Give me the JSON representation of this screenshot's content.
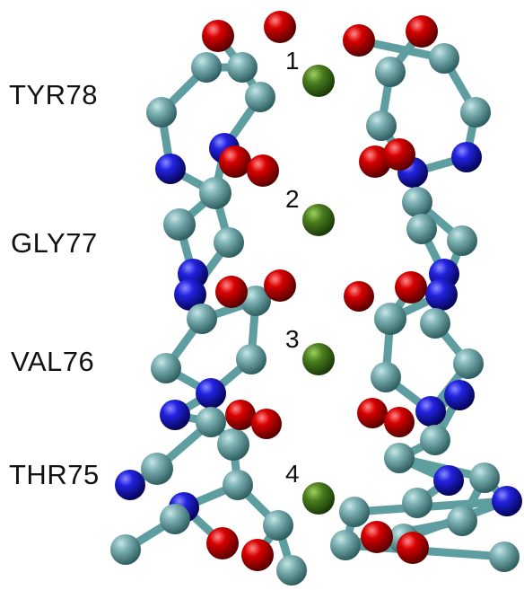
{
  "residue_labels": [
    "TYR78",
    "GLY77",
    "VAL76",
    "THR75"
  ],
  "site_labels": [
    "1",
    "2",
    "3",
    "4"
  ],
  "colors": {
    "carbon": "#5f9ea0",
    "nitrogen": "#1010d0",
    "oxygen": "#cc0000",
    "ion": "#3d6b1a",
    "bond": "#5f9ea0"
  }
}
